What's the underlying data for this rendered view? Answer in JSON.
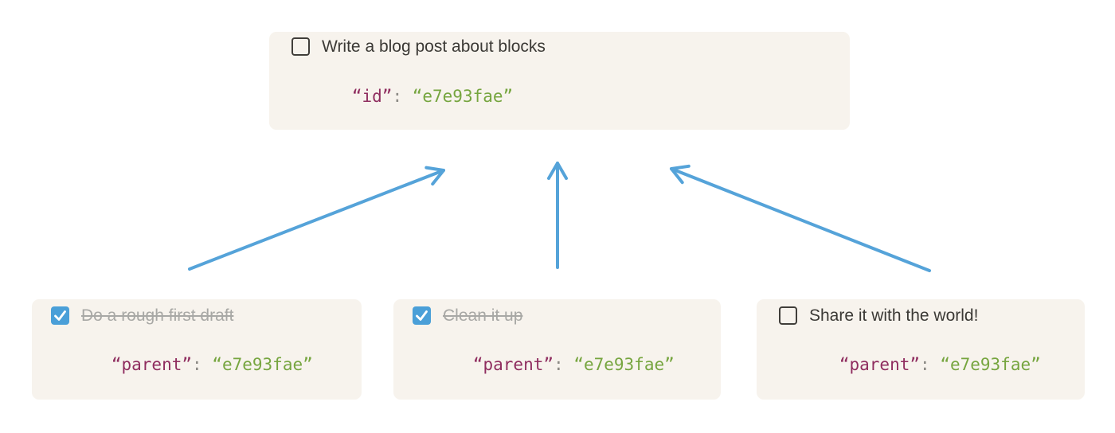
{
  "colors": {
    "page_bg": "#ffffff",
    "card_bg": "#f7f3ed",
    "arrow": "#55a3d9",
    "checkbox_checked_bg": "#4a9fd8",
    "checkbox_unchecked_border": "#403e3a",
    "title_text": "#3b3935",
    "completed_text": "#a8a8a5",
    "code_key": "#8f2d5f",
    "code_punctuation": "#8d8b86",
    "code_value": "#76a53f"
  },
  "parent_card": {
    "checkbox_state": "unchecked",
    "title": "Write a blog post about blocks",
    "code": {
      "key": "“id”",
      "separator": ": ",
      "value": "“e7e93fae”"
    }
  },
  "child_cards": [
    {
      "checkbox_state": "checked",
      "completed": true,
      "title": "Do a rough first draft",
      "code": {
        "key": "“parent”",
        "separator": ": ",
        "value": "“e7e93fae”"
      }
    },
    {
      "checkbox_state": "checked",
      "completed": true,
      "title": "Clean it up",
      "code": {
        "key": "“parent”",
        "separator": ": ",
        "value": "“e7e93fae”"
      }
    },
    {
      "checkbox_state": "unchecked",
      "completed": false,
      "title": "Share it with the world!",
      "code": {
        "key": "“parent”",
        "separator": ": ",
        "value": "“e7e93fae”"
      }
    }
  ]
}
